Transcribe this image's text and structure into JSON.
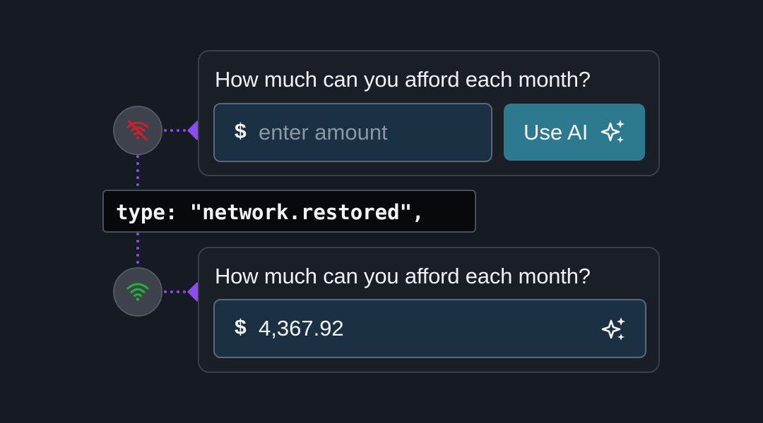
{
  "event_label": "type: \"network.restored\",",
  "offline_state": {
    "status_icon": "wifi-off-icon",
    "question": "How much can you afford each month?",
    "currency_symbol": "$",
    "amount_placeholder": "enter amount",
    "ai_button_label": "Use AI",
    "ai_button_icon": "sparkle-icon"
  },
  "online_state": {
    "status_icon": "wifi-icon",
    "question": "How much can you afford each month?",
    "currency_symbol": "$",
    "amount_value": "4,367.92",
    "ai_icon": "sparkle-icon"
  },
  "colors": {
    "background": "#161a22",
    "connector": "#8b4cf0",
    "offline": "#d11f2a",
    "online": "#20b436",
    "ai_button": "#2c7990",
    "field": "#1c3044"
  }
}
